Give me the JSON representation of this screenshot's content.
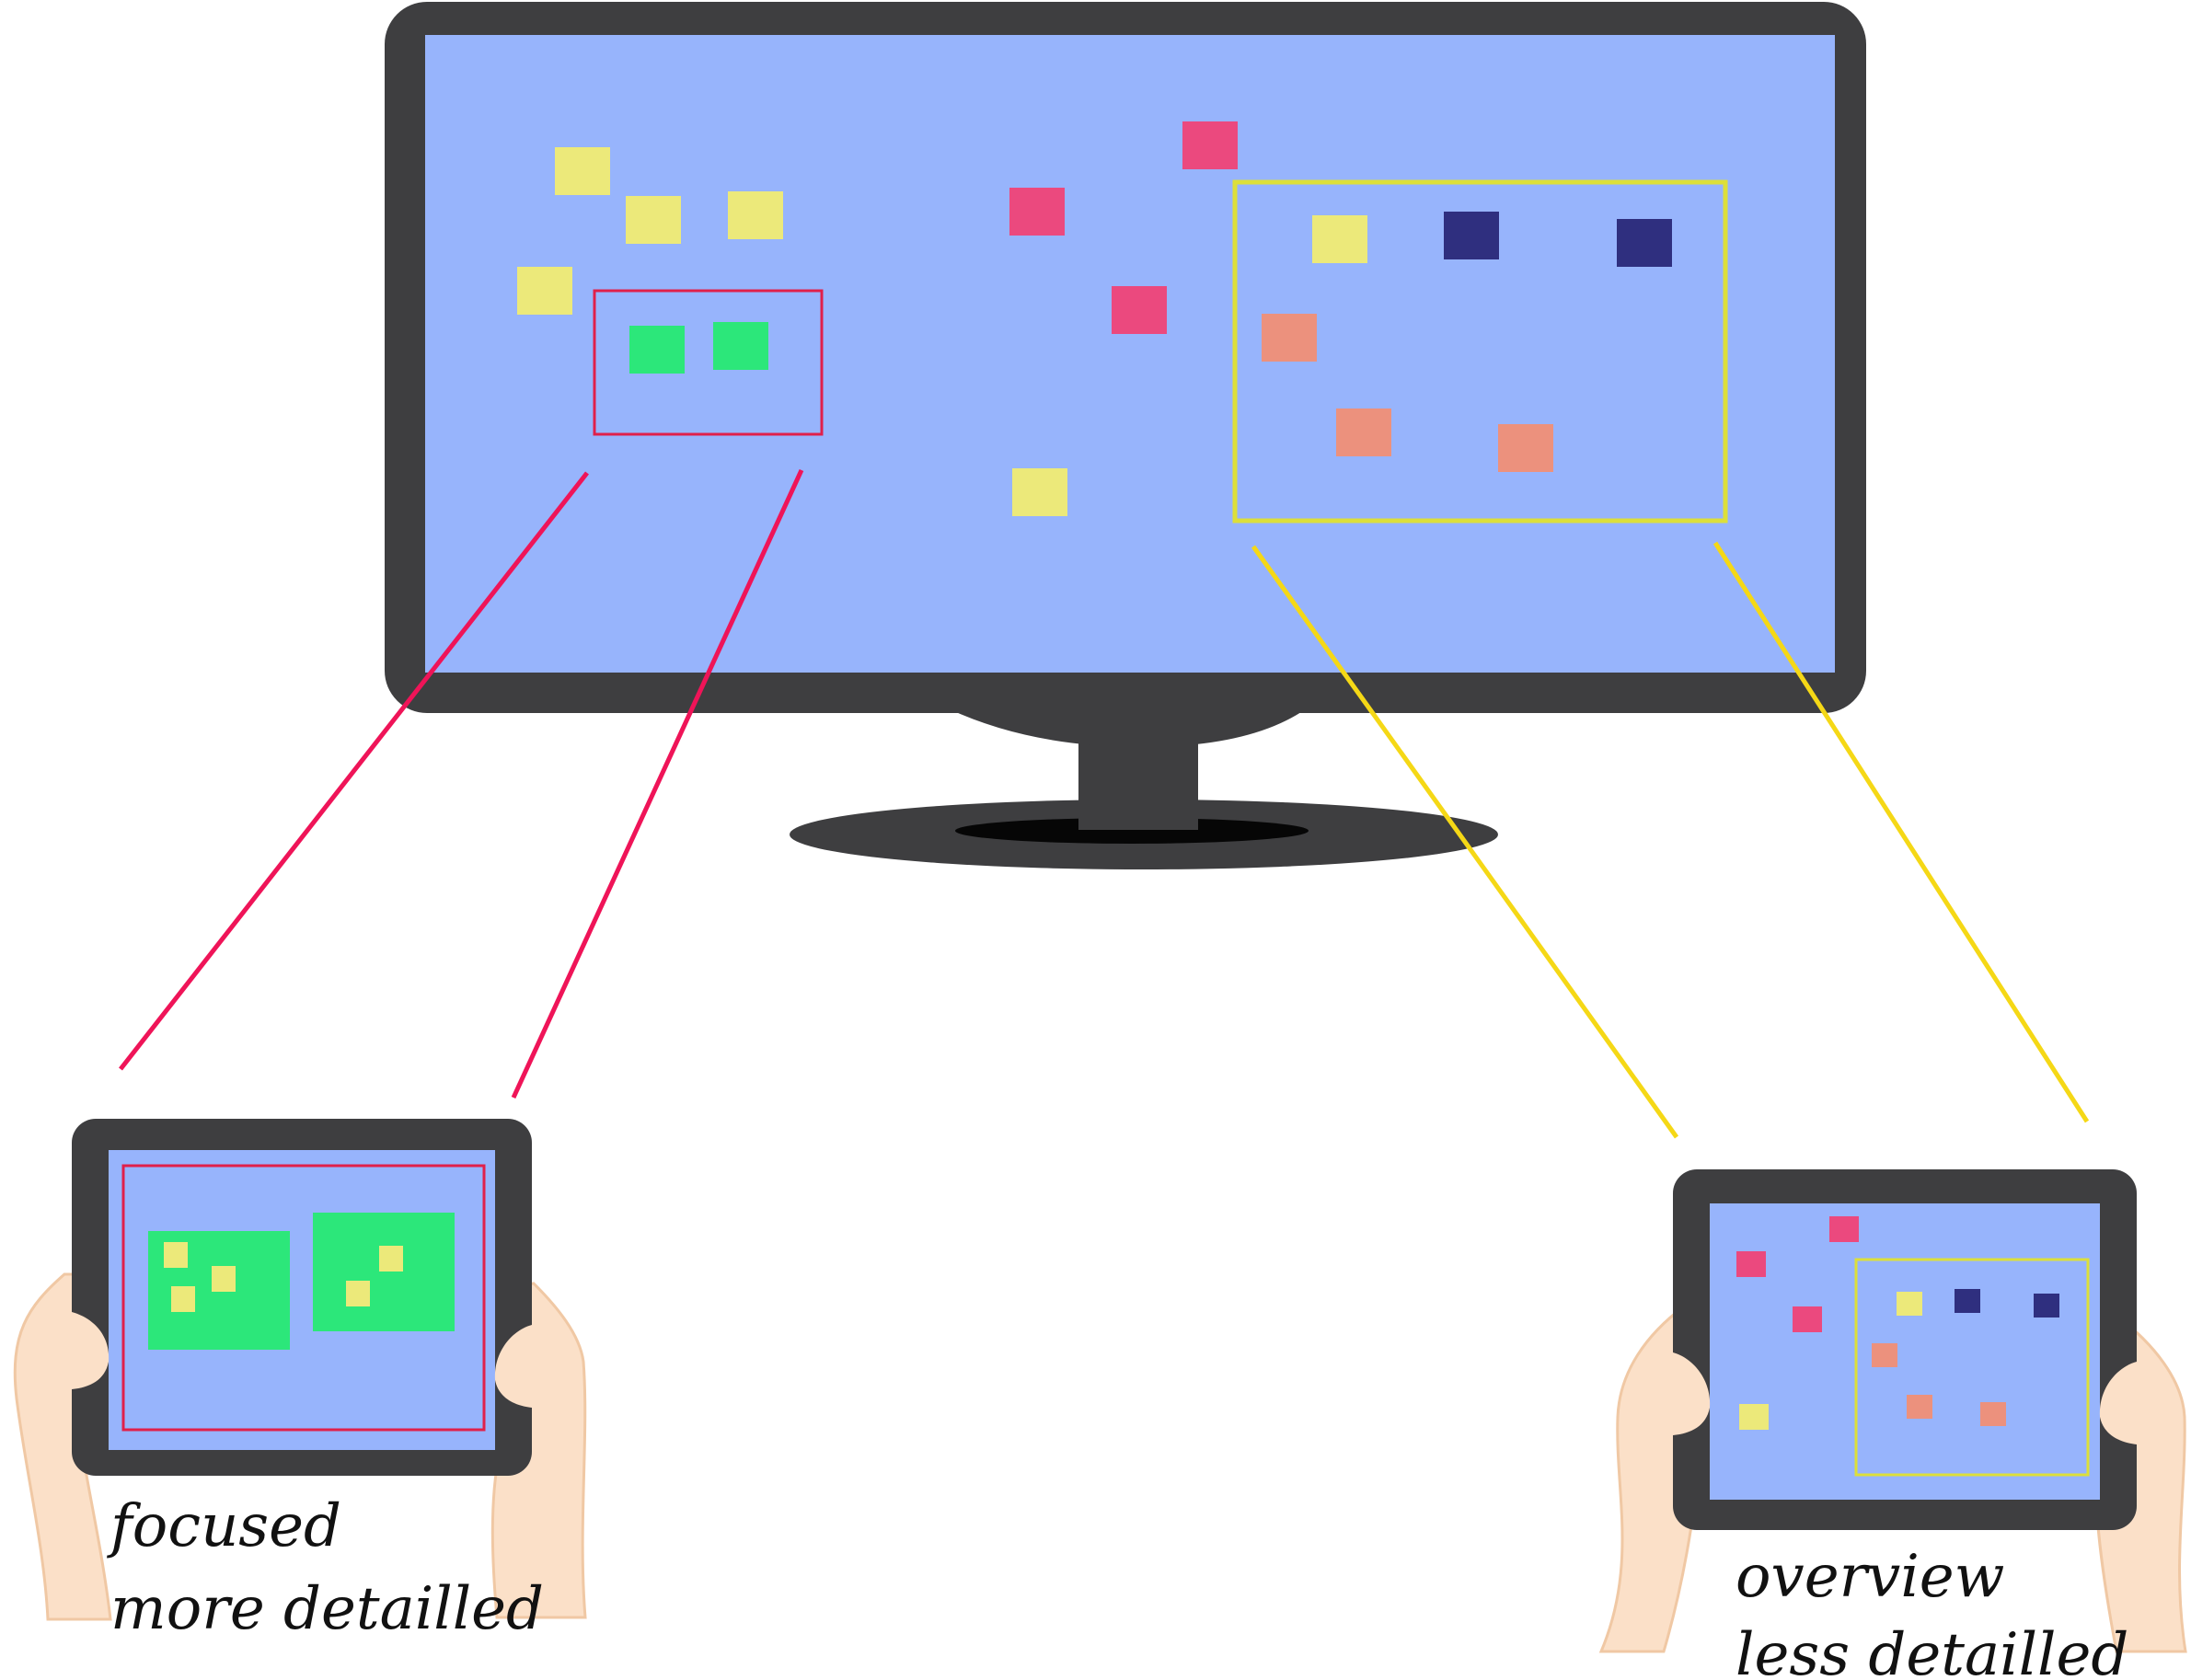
{
  "colors": {
    "background": "#ffffff",
    "screen": "#97b4fc",
    "bezel": "#3e3e40",
    "bezel_dark": "#2c2c2c",
    "stand_shadow": "#050505",
    "yellow_note": "#ece97a",
    "pink_note": "#eb497e",
    "navy_note": "#2f2f7f",
    "salmon_note": "#ec917d",
    "green_note": "#2ce77a",
    "green_panel": "#2ce77a",
    "focus_frame": "#e0204a",
    "overview_frame": "#dcdf3a",
    "focus_line": "#ef1458",
    "overview_line": "#f5d816",
    "skin": "#fbe0c8",
    "skin_edge": "#f0c8a4"
  },
  "labels": {
    "focused_line1": "focused",
    "focused_line2": "more detailled",
    "overview_line1": "overview",
    "overview_line2": "less detailled"
  }
}
